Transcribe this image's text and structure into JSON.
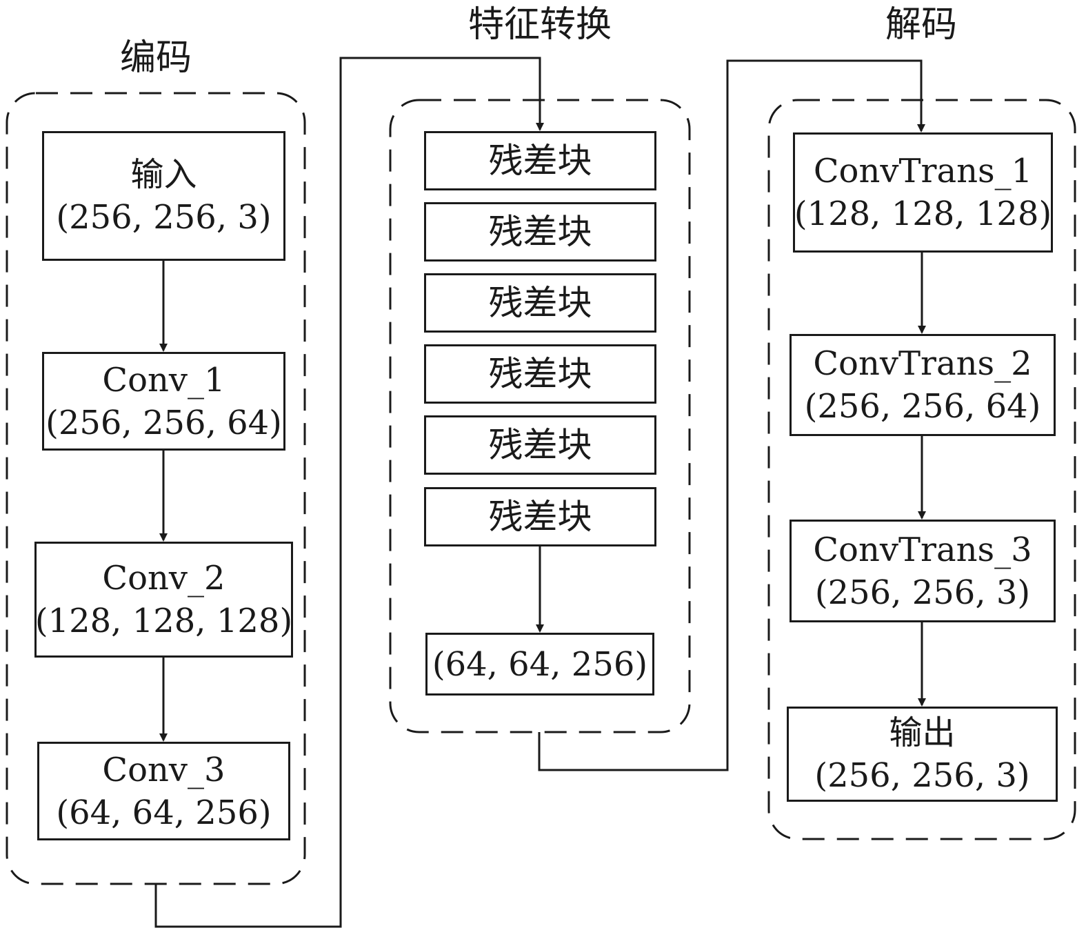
{
  "groups": {
    "encode": {
      "title": "编码",
      "blocks": [
        {
          "name": "输入",
          "shape": "(256, 256, 3)"
        },
        {
          "name": "Conv_1",
          "shape": "(256, 256, 64)"
        },
        {
          "name": "Conv_2",
          "shape": "(128, 128, 128)"
        },
        {
          "name": "Conv_3",
          "shape": "(64, 64, 256)"
        }
      ]
    },
    "transform": {
      "title": "特征转换",
      "residual_blocks": [
        "残差块",
        "残差块",
        "残差块",
        "残差块",
        "残差块",
        "残差块"
      ],
      "output_shape": "(64, 64, 256)"
    },
    "decode": {
      "title": "解码",
      "blocks": [
        {
          "name": "ConvTrans_1",
          "shape": "(128, 128, 128)"
        },
        {
          "name": "ConvTrans_2",
          "shape": "(256, 256, 64)"
        },
        {
          "name": "ConvTrans_3",
          "shape": "(256, 256, 3)"
        },
        {
          "name": "输出",
          "shape": "(256, 256, 3)"
        }
      ]
    }
  }
}
